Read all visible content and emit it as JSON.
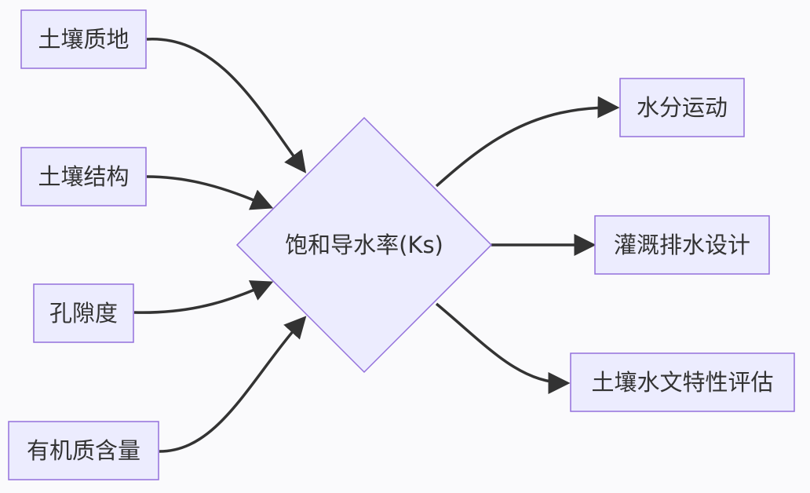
{
  "diagram": {
    "type": "flowchart",
    "center": {
      "id": "ks",
      "label": "饱和导水率(Ks)"
    },
    "inputs": [
      {
        "id": "texture",
        "label": "土壤质地"
      },
      {
        "id": "structure",
        "label": "土壤结构"
      },
      {
        "id": "porosity",
        "label": "孔隙度"
      },
      {
        "id": "organic",
        "label": "有机质含量"
      }
    ],
    "outputs": [
      {
        "id": "water_movement",
        "label": "水分运动"
      },
      {
        "id": "irrigation",
        "label": "灌溉排水设计"
      },
      {
        "id": "hydrology",
        "label": "土壤水文特性评估"
      }
    ],
    "edges": [
      {
        "from": "texture",
        "to": "ks"
      },
      {
        "from": "structure",
        "to": "ks"
      },
      {
        "from": "porosity",
        "to": "ks"
      },
      {
        "from": "organic",
        "to": "ks"
      },
      {
        "from": "ks",
        "to": "water_movement"
      },
      {
        "from": "ks",
        "to": "irrigation"
      },
      {
        "from": "ks",
        "to": "hydrology"
      }
    ],
    "colors": {
      "node_fill": "#ececfe",
      "node_stroke": "#9370db",
      "edge": "#333333",
      "text": "#333333",
      "background": "#fafafc"
    }
  }
}
